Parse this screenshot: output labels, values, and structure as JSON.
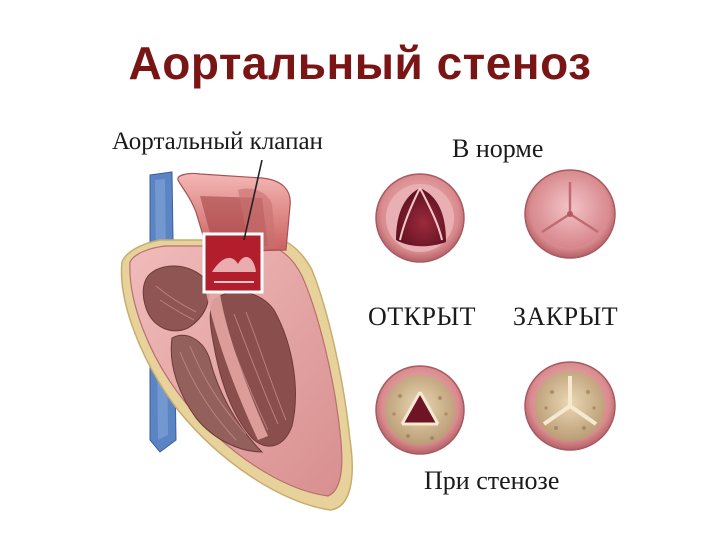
{
  "title": "Аортальный стеноз",
  "labels": {
    "aortic_valve": "Аортальный клапан",
    "normal": "В норме",
    "open": "ОТКРЫТ",
    "closed": "ЗАКРЫТ",
    "stenosis": "При стенозе"
  },
  "colors": {
    "title": "#7a1515",
    "muscle": "#e6a7a6",
    "chamber": "#8e5552",
    "vessel_blue": "#5b84c4",
    "fat": "#e9d49c",
    "valve_dark": "#7a1a2a",
    "valve_pink": "#e7a9ac",
    "calcified": "#d8c39e"
  }
}
